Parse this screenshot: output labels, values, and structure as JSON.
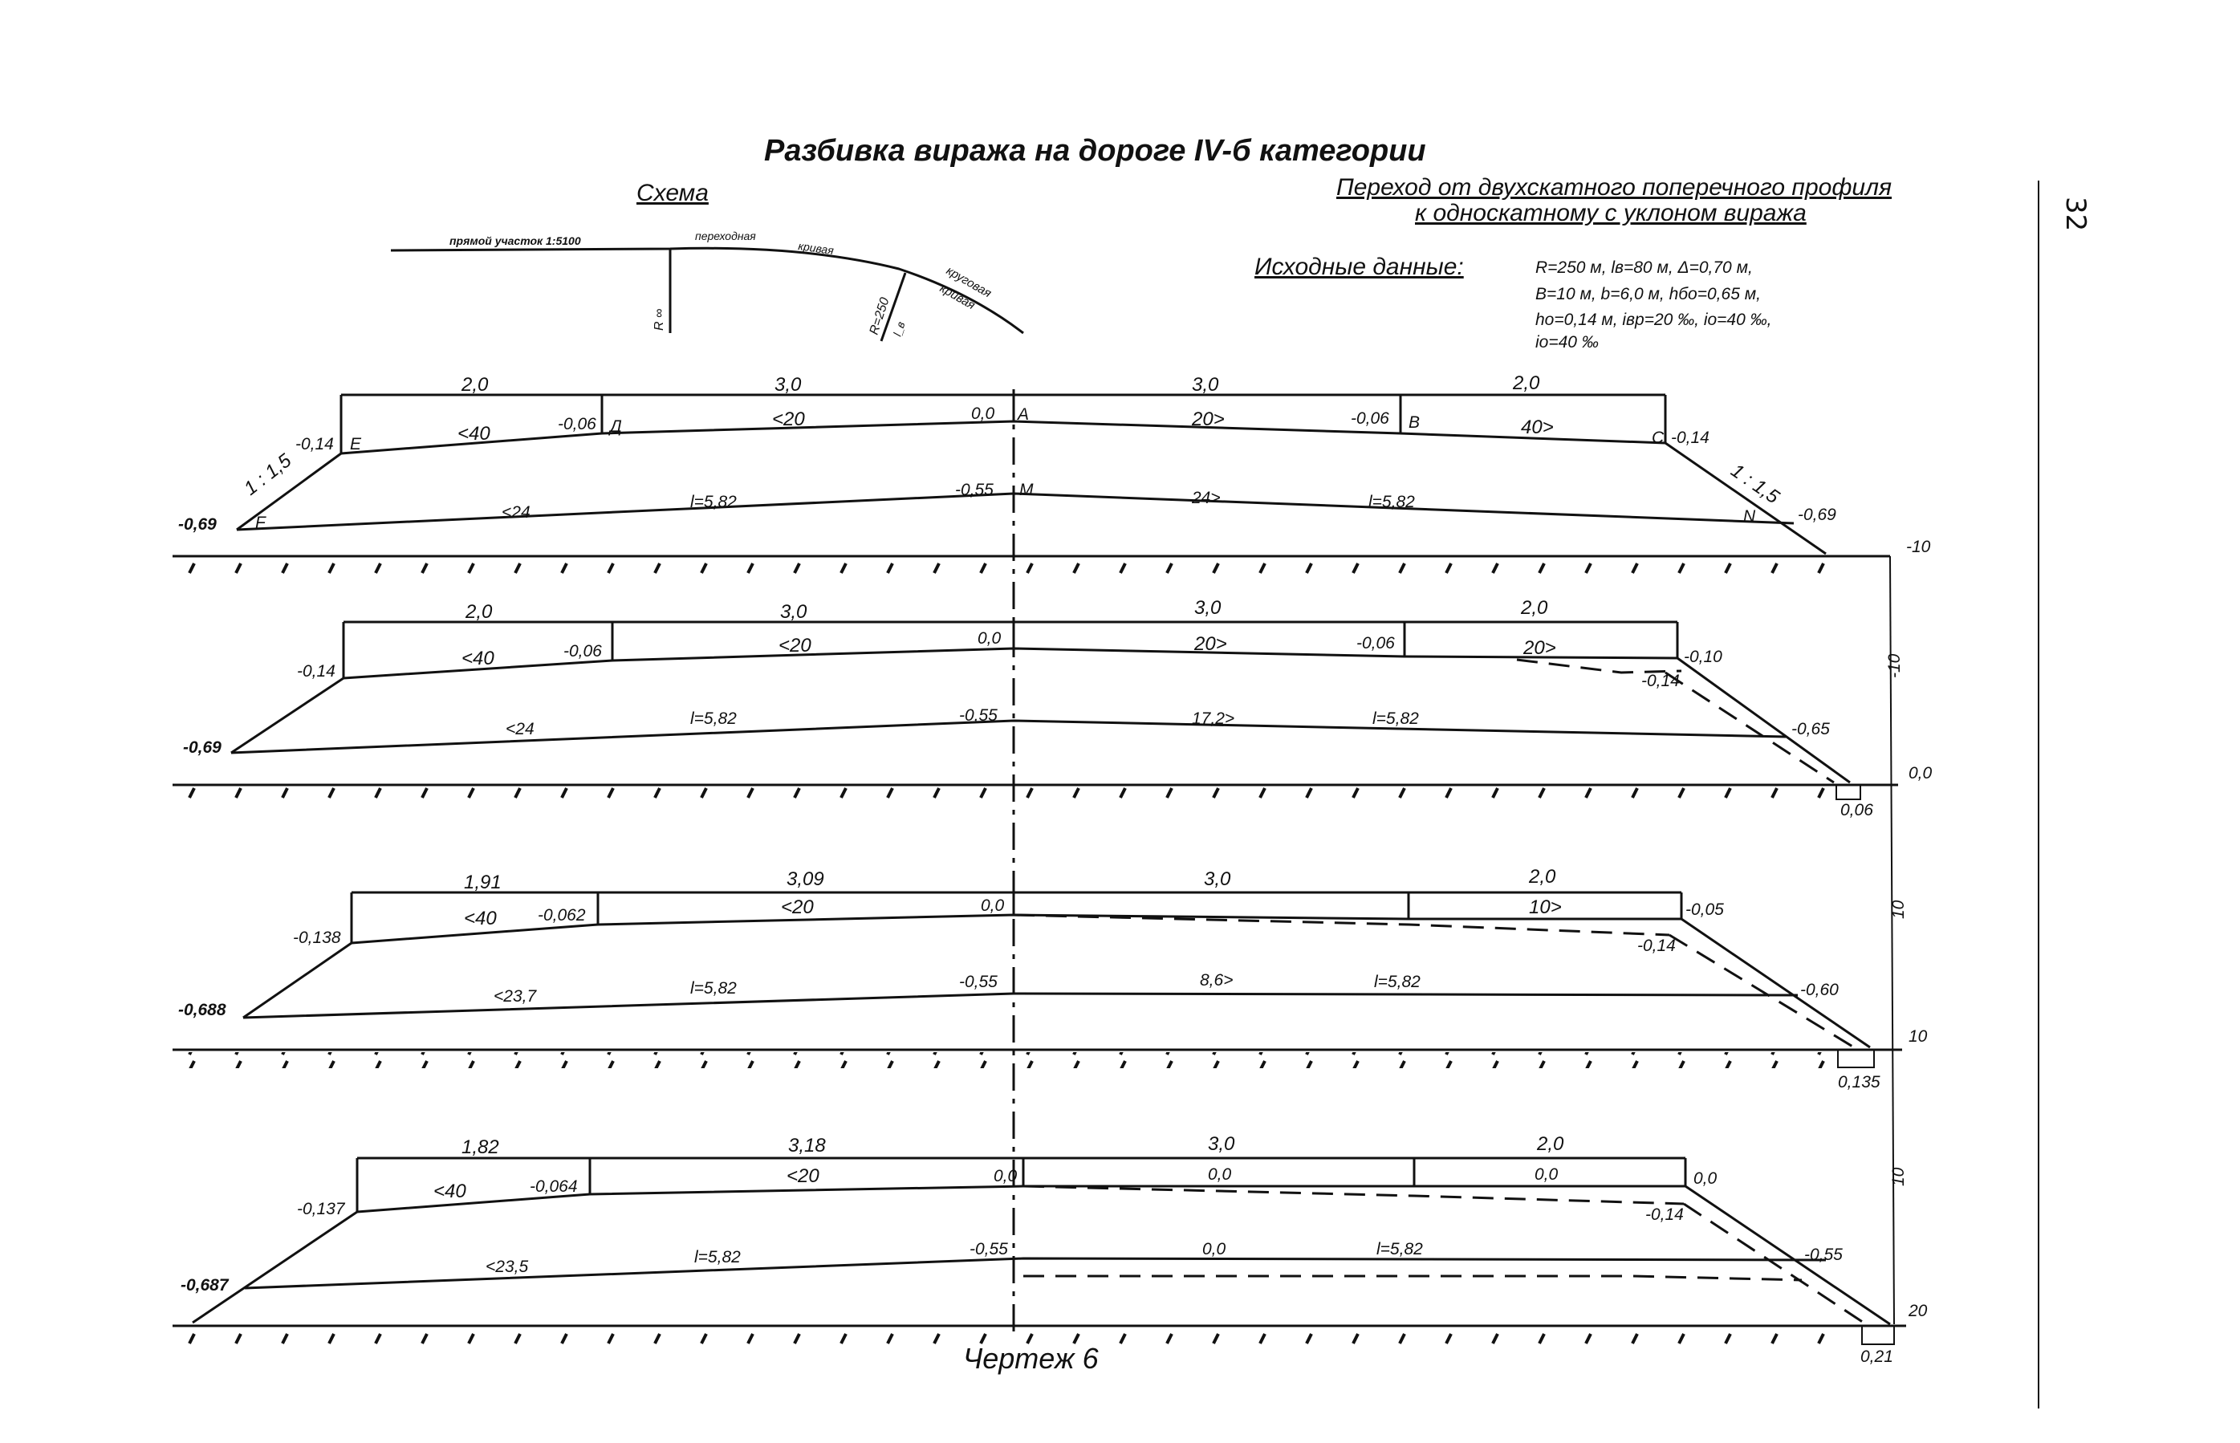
{
  "page_number": "32",
  "title": "Разбивка виража на дороге IV-б категории",
  "scheme": {
    "heading": "Схема",
    "straight_label": "прямой участок  1:5100",
    "transition_label": "переходная",
    "curve_word": "кривая",
    "circular_label": "круговая",
    "r_infinity": "R ∞",
    "r_250": "R=250",
    "l_label": "l_в"
  },
  "transition_heading_1": "Переход от двухскатного поперечного профиля",
  "transition_heading_2": "к односкатному с уклоном виража",
  "initial_data_heading": "Исходные данные:",
  "initial_data": [
    "R=250 м, lв=80 м, Δ=0,70 м,",
    "B=10 м, b=6,0 м, hбо=0,65 м,",
    "hо=0,14 м, iвр=20 ‰, iо=40 ‰,",
    "iо=40 ‰"
  ],
  "profiles": [
    {
      "widths": [
        "2,0",
        "3,0",
        "3,0",
        "2,0"
      ],
      "left_edge": "-0,14",
      "left_break": "-0,06",
      "center": "0,0",
      "right_break": "-0,06",
      "right_edge": "-0,14",
      "slope_left_top": "<40",
      "slope_center_left": "<20",
      "slope_center_right": "20>",
      "slope_right_top": "40>",
      "bottom_left": "-0,69",
      "bottom_center": "-0,55",
      "bottom_right": "-0,69",
      "slope_bottom_left": "<24",
      "slope_bottom_right": "24>",
      "length_left": "l=5,82",
      "length_right": "l=5,82",
      "letters": [
        "E",
        "Д",
        "A",
        "B",
        "C",
        "F",
        "M",
        "N"
      ],
      "embankment_left": "1 : 1,5",
      "embankment_right": "1 : 1,5",
      "scale_top": "-10"
    },
    {
      "widths": [
        "2,0",
        "3,0",
        "3,0",
        "2,0"
      ],
      "left_edge": "-0,14",
      "left_break": "-0,06",
      "center": "0,0",
      "right_break": "-0,06",
      "right_edge": "-0,10",
      "right_dashed": "-0,14",
      "slope_left_top": "<40",
      "slope_center_left": "<20",
      "slope_center_right": "20>",
      "slope_right_top": "20>",
      "bottom_left": "-0,69",
      "bottom_center": "-0,55",
      "bottom_right": "-0,65",
      "slope_bottom_left": "<24",
      "slope_bottom_right": "17,2>",
      "length_left": "l=5,82",
      "length_right": "l=5,82",
      "shift": "0,06",
      "level": "0,0",
      "scale_vertical": "10",
      "scale_upper": "-10"
    },
    {
      "widths": [
        "1,91",
        "3,09",
        "3,0",
        "2,0"
      ],
      "left_edge": "-0,138",
      "left_break": "-0,062",
      "center": "0,0",
      "right_edge": "-0,05",
      "right_dashed": "-0,14",
      "slope_left_top": "<40",
      "slope_center_left": "<20",
      "slope_right_top": "10>",
      "bottom_left": "-0,688",
      "bottom_center": "-0,55",
      "bottom_right": "-0,60",
      "slope_bottom_left": "<23,7",
      "slope_bottom_right": "8,6>",
      "length_left": "l=5,82",
      "length_right": "l=5,82",
      "shift": "0,135",
      "level": "10",
      "scale_vertical": "10"
    },
    {
      "widths": [
        "1,82",
        "3,18",
        "3,0",
        "2,0"
      ],
      "left_edge": "-0,137",
      "left_break": "-0,064",
      "center": "0,0",
      "right_center": "0,0",
      "right_top": "0,0",
      "right_edge": "0,0",
      "right_dashed": "-0,14",
      "slope_left_top": "<40",
      "slope_center_left": "<20",
      "bottom_left": "-0,687",
      "bottom_center": "-0,55",
      "bottom_mid": "0,0",
      "bottom_right": "-0,55",
      "slope_bottom_left": "<23,5",
      "length_left": "l=5,82",
      "length_right": "l=5,82",
      "shift": "0,21",
      "level": "20",
      "scale_vertical": "10"
    }
  ],
  "caption": "Чертеж 6"
}
